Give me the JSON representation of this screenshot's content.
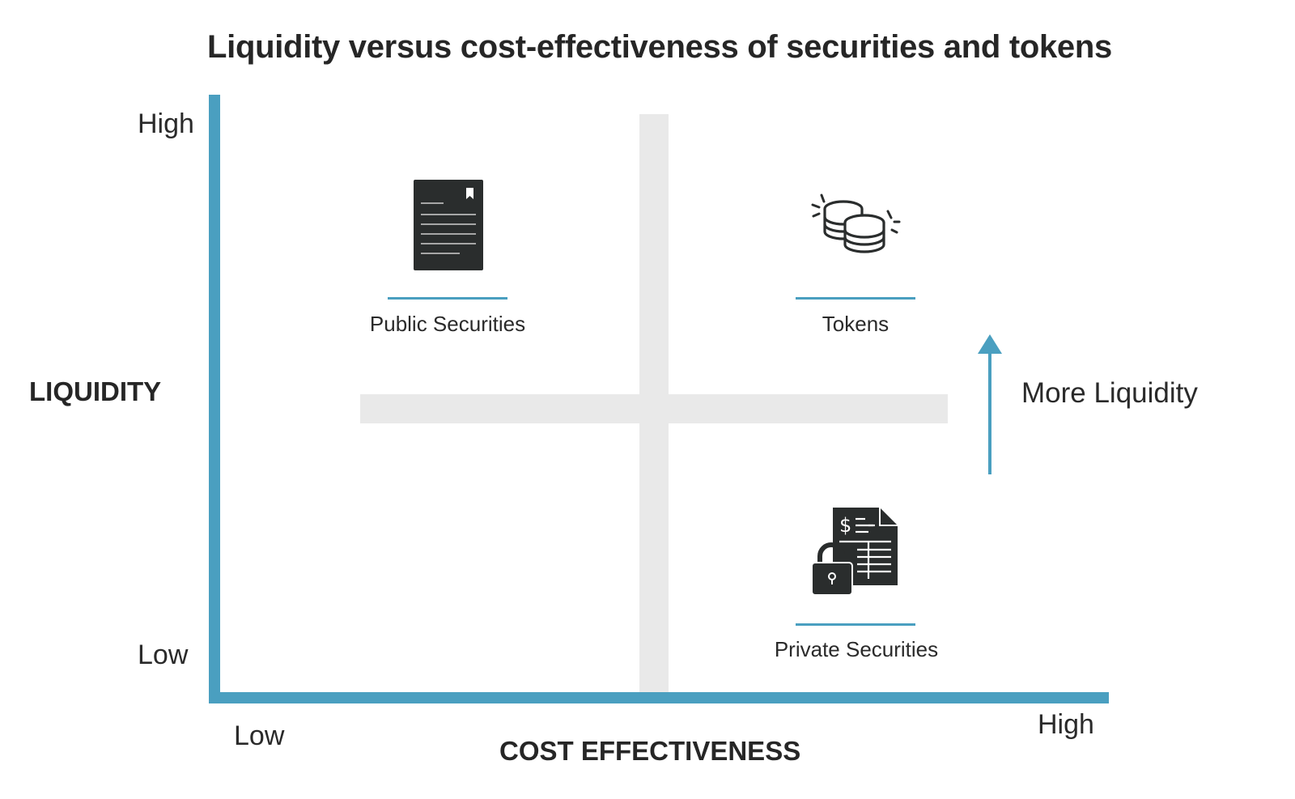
{
  "title": "Liquidity versus cost-effectiveness of securities and tokens",
  "y_axis": {
    "title": "LIQUIDITY",
    "high_label": "High",
    "low_label": "Low"
  },
  "x_axis": {
    "title": "COST EFFECTIVENESS",
    "low_label": "Low",
    "high_label": "High"
  },
  "quadrants": [
    {
      "label": "Public Securities",
      "icon": "document-icon",
      "x_level": "low",
      "y_level": "high"
    },
    {
      "label": "Tokens",
      "icon": "coins-icon",
      "x_level": "high",
      "y_level": "high"
    },
    {
      "label": "Private Securities",
      "icon": "locked-document-icon",
      "x_level": "high",
      "y_level": "low"
    }
  ],
  "annotation": {
    "label": "More Liquidity",
    "icon": "arrow-up-icon"
  },
  "colors": {
    "axis": "#4a9fc0",
    "grid": "#e9e9e9",
    "icon": "#2a2d2d",
    "text": "#262626"
  }
}
